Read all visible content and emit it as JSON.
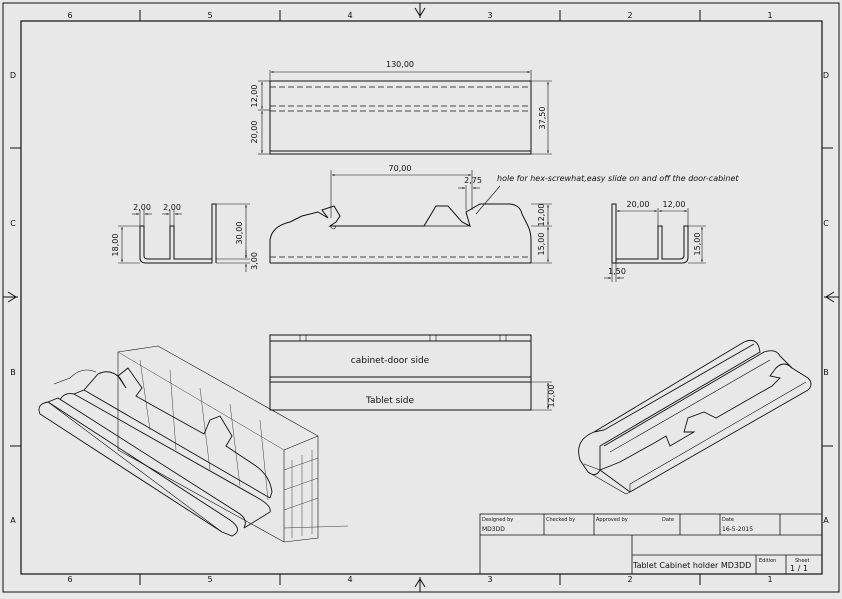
{
  "zones": {
    "columns": [
      "6",
      "5",
      "4",
      "3",
      "2",
      "1"
    ],
    "rows": [
      "D",
      "C",
      "B",
      "A"
    ]
  },
  "dims": {
    "top_width": "130,00",
    "top_h1": "12,00",
    "top_h2": "20,00",
    "top_total": "37,50",
    "front_len": "70,00",
    "front_slot": "2,75",
    "front_h1": "12,00",
    "front_h2": "15,00",
    "left_w1": "2,00",
    "left_w2": "2,00",
    "left_h": "18,00",
    "left_total": "30,00",
    "left_base": "3,00",
    "right_w1": "20,00",
    "right_w2": "12,00",
    "right_h": "15,00",
    "right_t": "1,50",
    "bottom_h": "12,00"
  },
  "annotations": {
    "hole_note": "hole for hex-screwhat,easy slide on and off the door-cabinet",
    "cabinet_side": "cabinet-door side",
    "tablet_side": "Tablet side"
  },
  "title_block": {
    "designed_by_label": "Designed by",
    "designed_by": "MD3DD",
    "checked_by_label": "Checked by",
    "approved_by_label": "Approved by",
    "date_label": "Date",
    "date_label2": "Date",
    "date": "16-5-2015",
    "title": "Tablet Cabinet holder MD3DD",
    "edition_label": "Edition",
    "sheet_label": "Sheet",
    "sheet": "1 / 1"
  }
}
